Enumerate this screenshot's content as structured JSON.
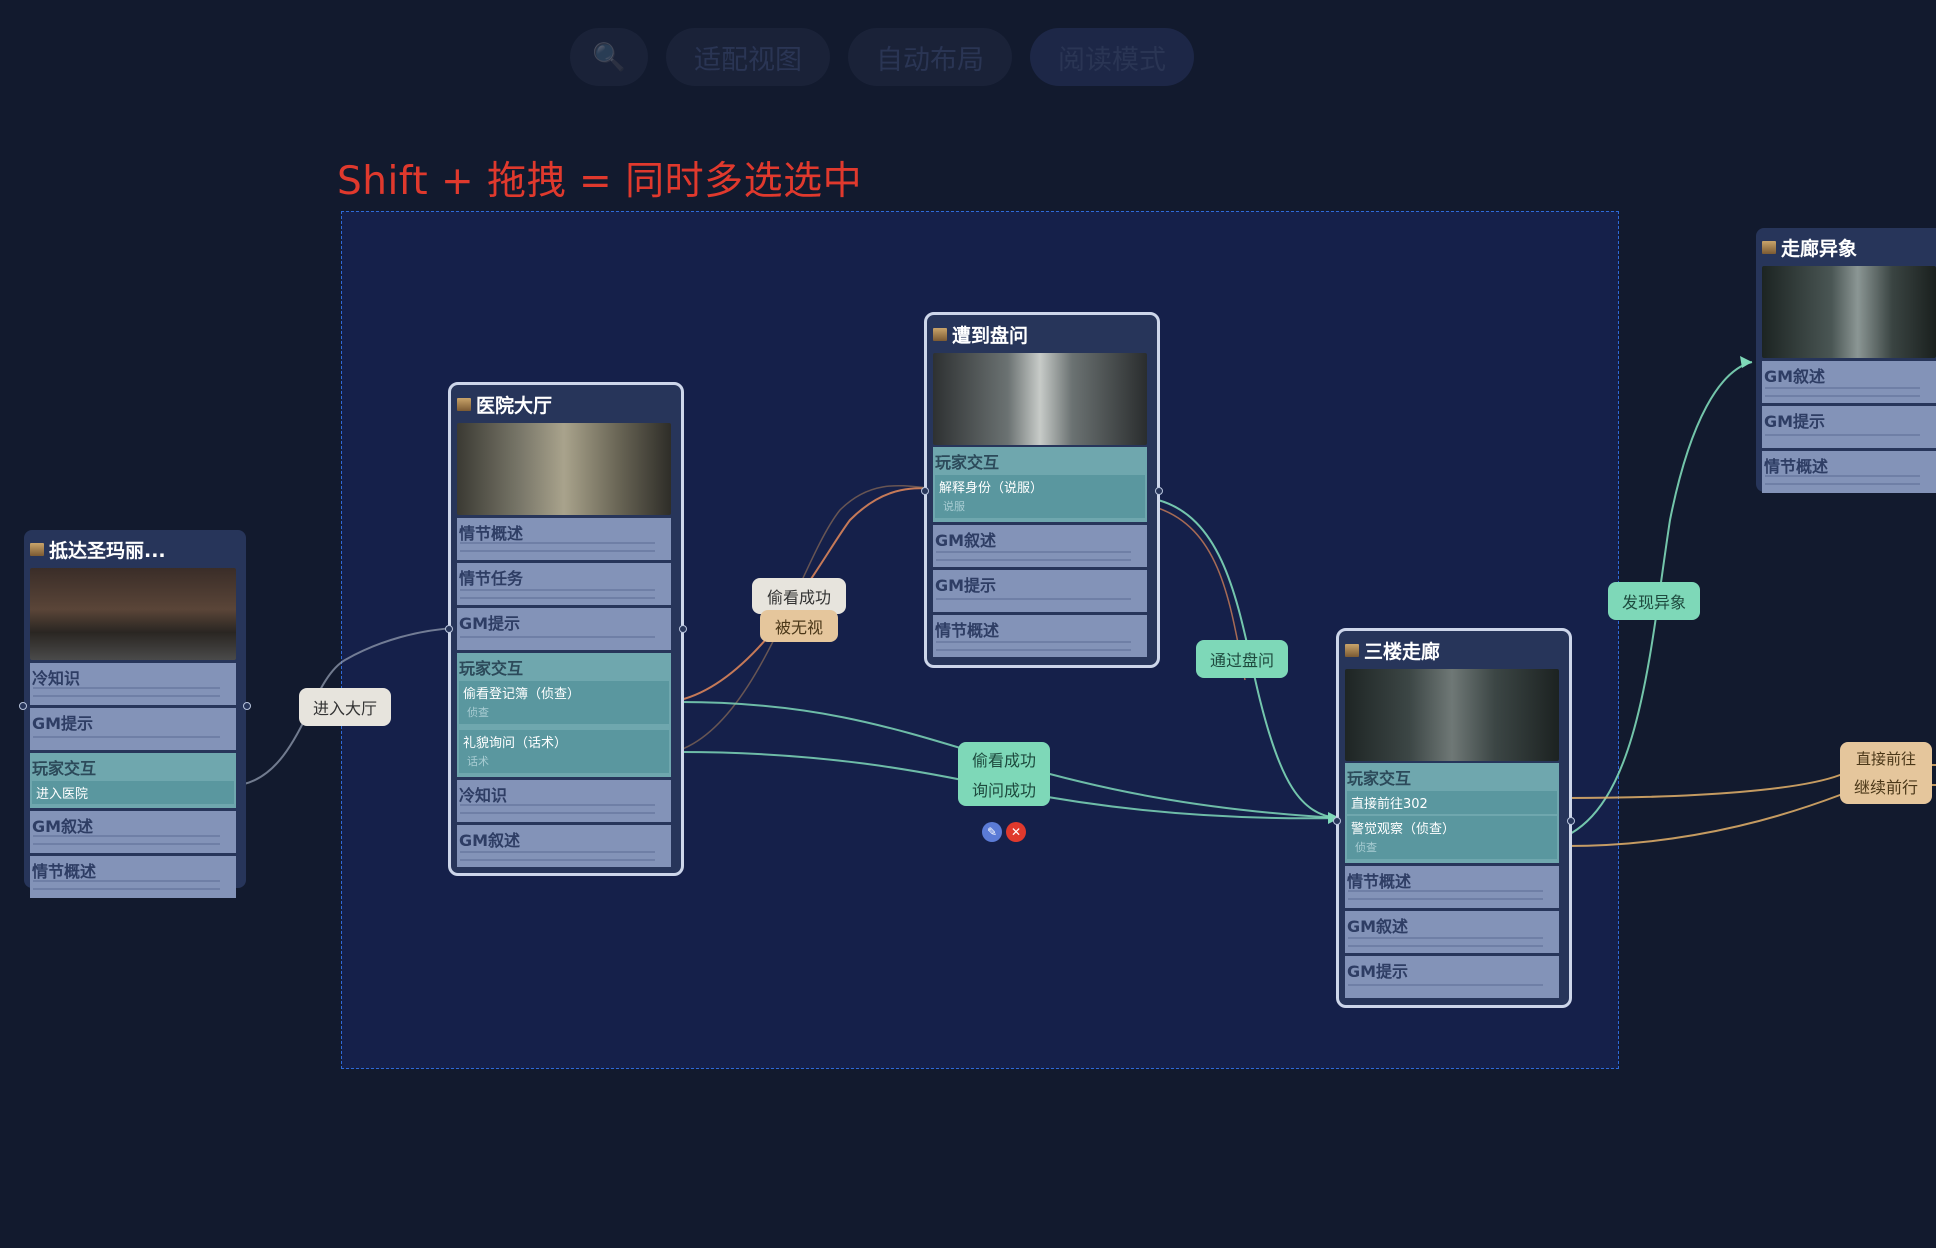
{
  "toolbar": {
    "search_label": "🔍",
    "fit_label": "适配视图",
    "layout_label": "自动布局",
    "read_label": "阅读模式"
  },
  "hint": "Shift + 拖拽 = 同时多选选中",
  "nodes": {
    "arrive": {
      "title": "抵达圣玛丽...",
      "sections": [
        "冷知识",
        "GM提示",
        "玩家交互",
        "GM叙述",
        "情节概述"
      ],
      "option": "进入医院"
    },
    "lobby": {
      "title": "医院大厅",
      "sections": [
        "情节概述",
        "情节任务",
        "GM提示",
        "玩家交互",
        "冷知识",
        "GM叙述"
      ],
      "options": [
        {
          "label": "偷看登记簿（侦查）",
          "sub": "侦查"
        },
        {
          "label": "礼貌询问（话术）",
          "sub": "话术"
        }
      ]
    },
    "interrogate": {
      "title": "遭到盘问",
      "sections": [
        "玩家交互",
        "GM叙述",
        "GM提示",
        "情节概述"
      ],
      "options": [
        {
          "label": "解释身份（说服）",
          "sub": "说服"
        }
      ]
    },
    "corridor": {
      "title": "三楼走廊",
      "sections": [
        "玩家交互",
        "情节概述",
        "GM叙述",
        "GM提示"
      ],
      "options": [
        {
          "label": "直接前往302",
          "sub": ""
        },
        {
          "label": "警觉观察（侦查）",
          "sub": "侦查"
        }
      ]
    },
    "anomaly": {
      "title": "走廊异象",
      "sections": [
        "GM叙述",
        "GM提示",
        "情节概述"
      ]
    }
  },
  "edge_labels": {
    "enter_hall": "进入大厅",
    "peek_success": "偷看成功",
    "ignored": "被无视",
    "peek_success_2": "偷看成功",
    "ask_success": "询问成功",
    "pass_interrogation": "通过盘问",
    "find_anomaly": "发现异象",
    "go_direct": "直接前往",
    "continue": "继续前行"
  },
  "colors": {
    "background": "#121a2e",
    "selection": "#2e6ad8",
    "hint": "#e0392d",
    "teal_edge": "#7ed8b8",
    "orange_edge": "#e48a5a",
    "tan_edge": "#e5b36a"
  }
}
